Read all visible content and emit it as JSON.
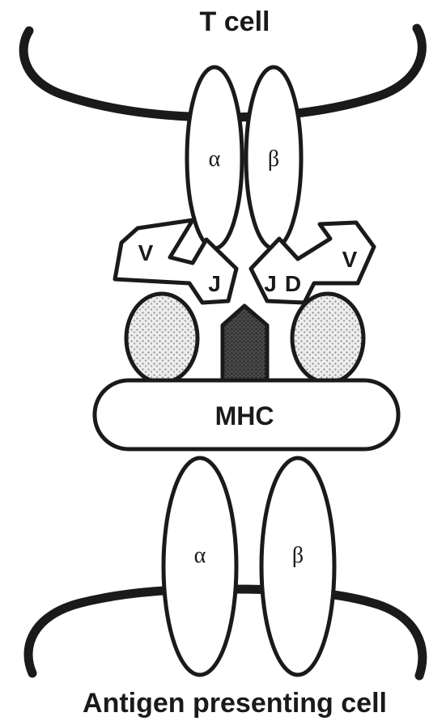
{
  "labels": {
    "t_cell": "T cell",
    "apc": "Antigen presenting cell",
    "mhc": "MHC",
    "tcr_alpha": "α",
    "tcr_beta": "β",
    "mhc_alpha": "α",
    "mhc_beta": "β",
    "v_left": "V",
    "j_left": "J",
    "j_right": "J",
    "d_right": "D",
    "v_right": "V"
  },
  "colors": {
    "ink": "#1a1a1a",
    "peptide_fill": "#555555",
    "stipple_fill": "#d9d9d9"
  }
}
